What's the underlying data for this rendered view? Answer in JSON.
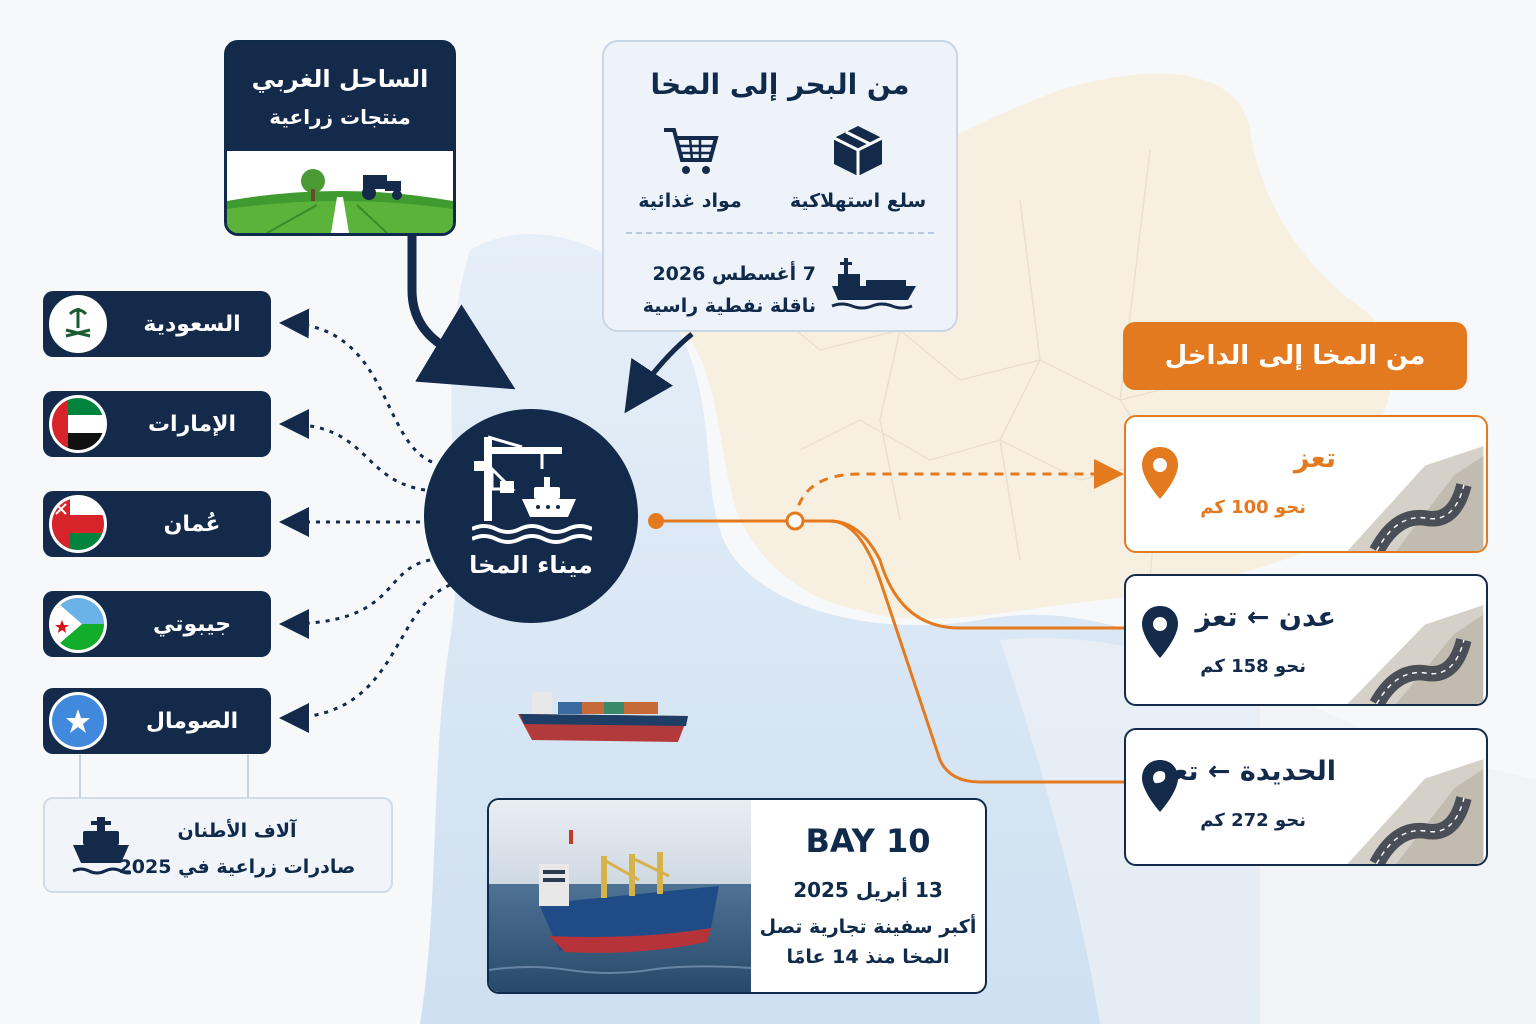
{
  "west_coast": {
    "title": "الساحل الغربي",
    "subtitle": "منتجات زراعية"
  },
  "sea_to_mokha": {
    "title": "من البحر إلى المخا",
    "items": [
      {
        "label": "سلع استهلاكية",
        "icon": "box-icon"
      },
      {
        "label": "مواد غذائية",
        "icon": "shopping-cart-icon"
      }
    ],
    "tanker": {
      "date": "7 أغسطس 2026",
      "text": "ناقلة نفطية راسية",
      "icon": "tanker-icon"
    }
  },
  "countries": [
    {
      "name": "السعودية",
      "flag": "saudi-flag-icon"
    },
    {
      "name": "الإمارات",
      "flag": "uae-flag-icon"
    },
    {
      "name": "عُمان",
      "flag": "oman-flag-icon"
    },
    {
      "name": "جيبوتي",
      "flag": "djibouti-flag-icon"
    },
    {
      "name": "الصومال",
      "flag": "somalia-flag-icon"
    }
  ],
  "exports": {
    "line1": "آلاف الأطنان",
    "line2": "صادرات زراعية في 2025",
    "icon": "ship-icon"
  },
  "port": {
    "label": "ميناء المخا",
    "icon": "port-crane-icon"
  },
  "inland": {
    "title": "من المخا إلى الداخل",
    "routes": [
      {
        "title": "تعز",
        "distance": "نحو 100 كم",
        "color": "#e47a1f",
        "style": "dashed"
      },
      {
        "title": "عدن ← تعز",
        "distance": "نحو 158 كم",
        "color": "#132a4b",
        "style": "solid"
      },
      {
        "title": "الحديدة ← تعز",
        "distance": "نحو 272 كم",
        "color": "#132a4b",
        "style": "solid"
      }
    ]
  },
  "bay10": {
    "name": "BAY 10",
    "date": "13 أبريل 2025",
    "note_line1": "أكبر سفينة تجارية تصل",
    "note_line2": "المخا منذ 14 عامًا"
  },
  "colors": {
    "navy": "#132a4b",
    "orange": "#e47a1f",
    "sea": "#cfe0f1",
    "land": "#f7efdf"
  }
}
